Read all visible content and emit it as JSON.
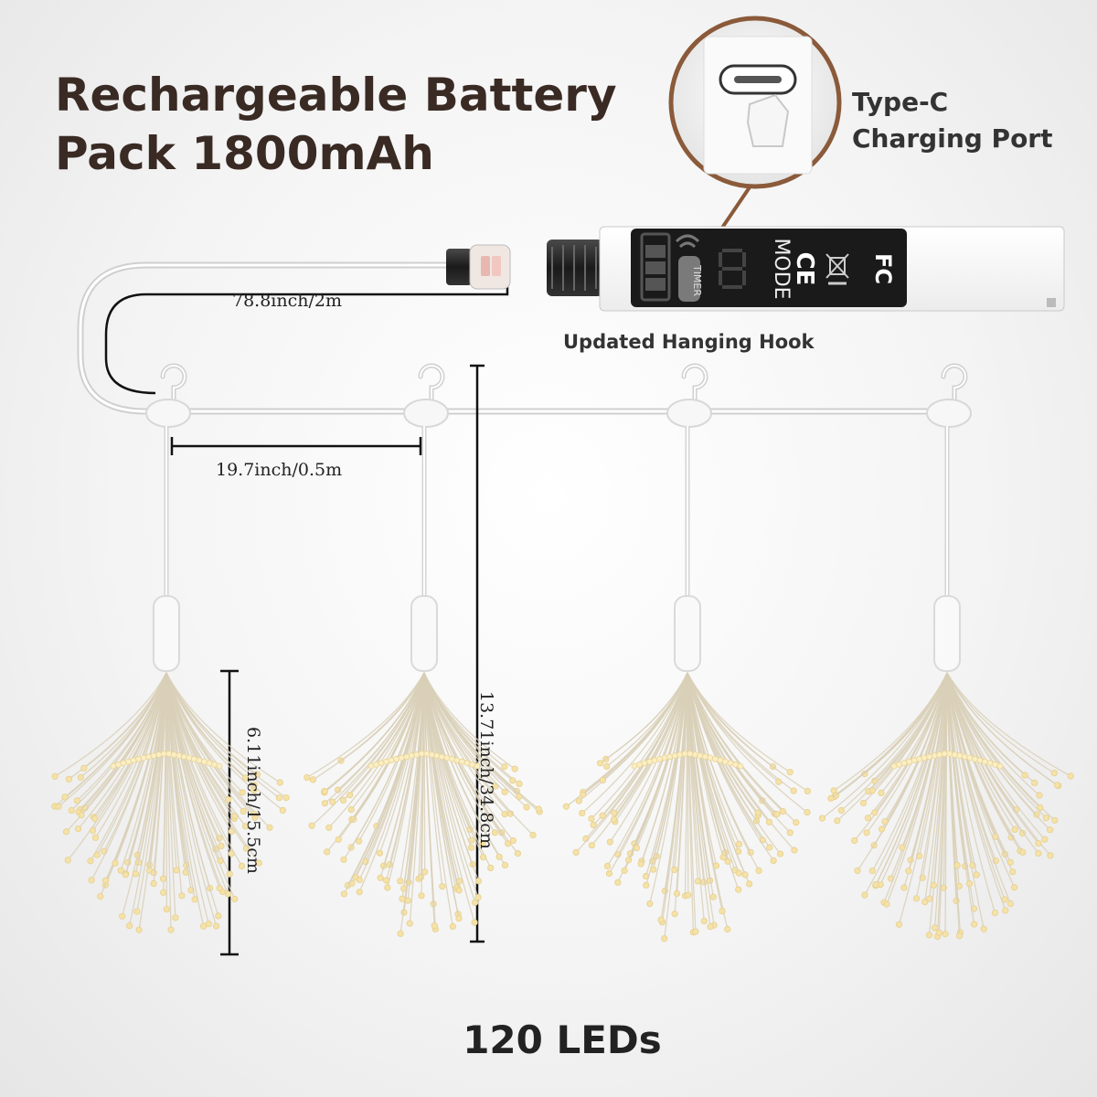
{
  "headline": {
    "line1": "Rechargeable Battery",
    "line2": "Pack 1800mAh"
  },
  "callout": {
    "line1": "Type-C",
    "line2": "Charging Port"
  },
  "hook_label": "Updated Hanging Hook",
  "dimensions": {
    "cable_length": "78.8inch/2m",
    "pendant_spacing": "19.7inch/0.5m",
    "drop_length": "13.71inch/34.8cm",
    "burst_length": "6.11inch/15.5cm"
  },
  "battery_panel": {
    "timer_label": "TIMER",
    "mode_label": "MODE",
    "ce_mark": "CE",
    "fcc_mark": "FC"
  },
  "led_count": "120 LEDs",
  "icons": [
    "battery-level-icon",
    "remote-signal-icon",
    "seven-segment-display-icon",
    "ce-mark-icon",
    "weee-bin-icon",
    "fcc-mark-icon",
    "usb-c-port-icon",
    "hanging-hook-icon"
  ],
  "colors": {
    "text": "#3a2a24",
    "wire": "#d9d0b8",
    "led": "#f5e2a8",
    "callout_ring": "#8a5a3a",
    "panel": "#1a1a1a"
  }
}
